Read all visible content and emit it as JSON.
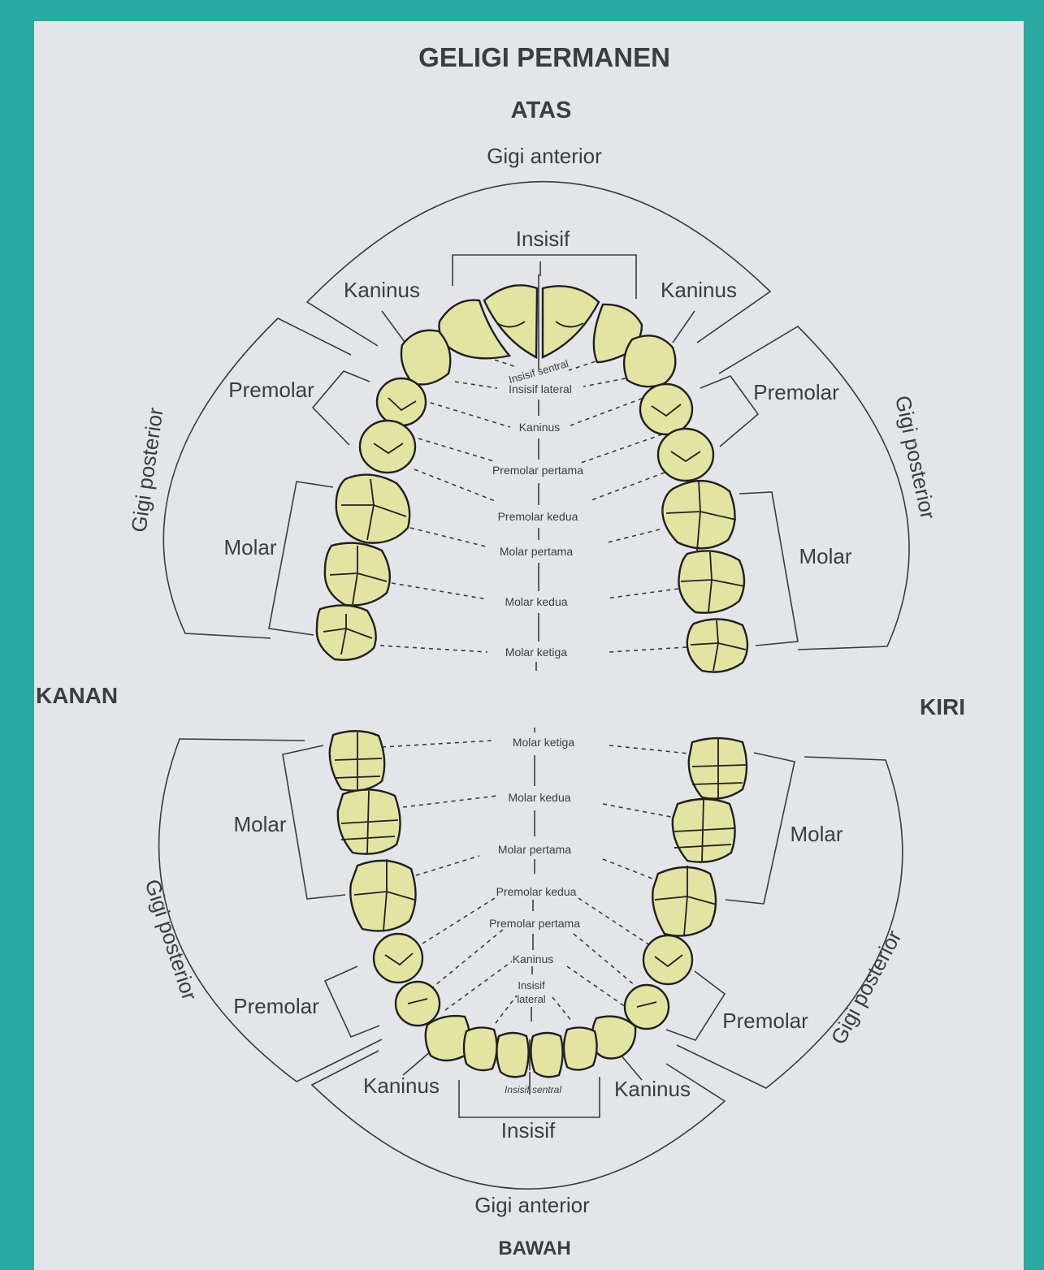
{
  "title": "GELIGI PERMANEN",
  "upper_label": "ATAS",
  "lower_label": "BAWAH",
  "right_side_label": "KANAN",
  "left_side_label": "KIRI",
  "group_labels": {
    "anterior": "Gigi anterior",
    "posterior": "Gigi posterior",
    "incisor": "Insisif",
    "canine": "Kaninus",
    "premolar": "Premolar",
    "molar": "Molar"
  },
  "upper_tooth_names": {
    "central_incisor": "Insisif sentral",
    "lateral_incisor": "Insisif lateral",
    "canine": "Kaninus",
    "first_premolar": "Premolar pertama",
    "second_premolar": "Premolar kedua",
    "first_molar": "Molar pertama",
    "second_molar": "Molar kedua",
    "third_molar": "Molar ketiga"
  },
  "lower_tooth_names": {
    "third_molar": "Molar ketiga",
    "second_molar": "Molar kedua",
    "first_molar": "Molar pertama",
    "second_premolar": "Premolar kedua",
    "first_premolar": "Premolar pertama",
    "canine": "Kaninus",
    "lateral_incisor_line1": "Insisif",
    "lateral_incisor_line2": "lateral",
    "central_incisor": "Insisif sentral"
  },
  "colors": {
    "frame": "#2aa9a0",
    "paper": "#e3e5e8",
    "tooth_fill": "#e4e4a2",
    "ink": "#3a3c3e"
  }
}
